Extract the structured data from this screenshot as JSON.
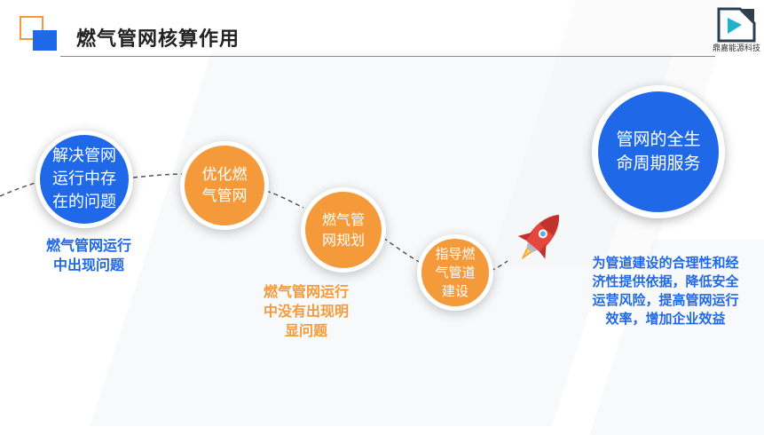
{
  "header": {
    "title": "燃气管网核算作用",
    "logo_text": "鼎嘉能源科技"
  },
  "steps": [
    {
      "lines": [
        "解决管网",
        "运行中存",
        "在的问题"
      ]
    },
    {
      "lines": [
        "优化燃",
        "气管网"
      ]
    },
    {
      "lines": [
        "燃气管",
        "网规划"
      ]
    },
    {
      "lines": [
        "指导燃",
        "气管道",
        "建设"
      ]
    }
  ],
  "goal": {
    "lines": [
      "管网的全生",
      "命周期服务"
    ]
  },
  "captions": [
    {
      "lines": [
        "燃气管网运行",
        "中出现问题"
      ]
    },
    {
      "lines": [
        "燃气管网运行",
        "中没有出现明",
        "显问题"
      ]
    },
    {
      "lines": [
        "为管道建设的合理性和经",
        "济性提供依据，降低安全",
        "运营风险，提高管网运行",
        "效率，增加企业效益"
      ]
    }
  ],
  "colors": {
    "accent_blue": "#1f69e9",
    "accent_orange": "#f59a3b",
    "rocket_red": "#e4473e"
  },
  "icons": [
    "rocket-icon",
    "company-logo"
  ]
}
